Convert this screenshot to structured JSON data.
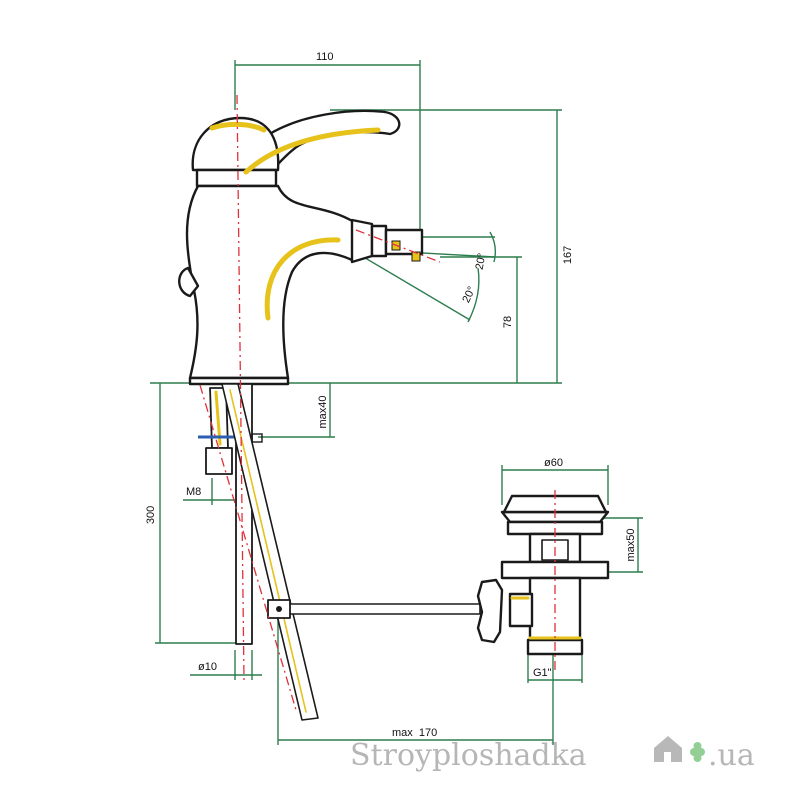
{
  "dimensions": {
    "width_110": "110",
    "height_167": "167",
    "height_78": "78",
    "angle_up": "20°",
    "angle_down": "20°",
    "max40": "max40",
    "m8": "M8",
    "height_300": "300",
    "dia60": "ø60",
    "max50": "max50",
    "dia10": "ø10",
    "g1": "G1\"",
    "max170": "max  170"
  },
  "watermark": {
    "brand": "Stroyploshadka",
    "tld": ".ua"
  },
  "colors": {
    "dimension": "#2e7d4f",
    "outline": "#1a1a1a",
    "axis": "#e0313b",
    "accent": "#e6c21a",
    "watermark": "#7a7a7a",
    "logo_green": "#4caf50"
  }
}
